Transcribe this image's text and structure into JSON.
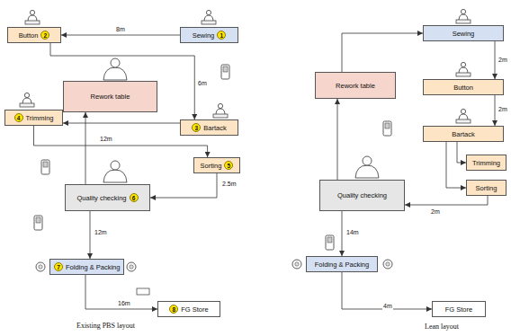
{
  "diagram": {
    "nodes": [
      {
        "text": [
          "Button"
        ]
      },
      {
        "text": [
          "Sewing"
        ]
      },
      {
        "text": [
          "Rework table"
        ]
      },
      {
        "text": [
          "Trimming"
        ]
      },
      {
        "text": [
          "Bartack"
        ]
      },
      {
        "text": [
          "Sorting"
        ]
      },
      {
        "text": [
          "Quality checking"
        ]
      },
      {
        "text": [
          "Folding & Packing"
        ]
      },
      {
        "text": [
          "FG Store"
        ]
      },
      {
        "text": [
          "Sewing"
        ]
      },
      {
        "text": [
          "Rework table"
        ]
      },
      {
        "text": [
          "Button"
        ]
      },
      {
        "text": [
          "Bartack"
        ]
      },
      {
        "text": [
          "Trimming"
        ]
      },
      {
        "text": [
          "Sorting"
        ]
      },
      {
        "text": [
          "Quality checking"
        ]
      },
      {
        "text": [
          "Folding & Packing"
        ]
      },
      {
        "text": [
          "FG Store"
        ]
      }
    ],
    "edges": [
      {
        "from": 1,
        "to": 0,
        "label": "8m",
        "arrow": "to"
      },
      {
        "from": 0,
        "to": 4,
        "label": "6m",
        "arrow": "to"
      },
      {
        "from": 4,
        "to": 3,
        "arrow": "to"
      },
      {
        "from": 3,
        "to": 5,
        "label": "12m",
        "arrow": "to"
      },
      {
        "from": 5,
        "to": 6,
        "label": "2.5m",
        "arrow": "to"
      },
      {
        "from": 6,
        "to": 7,
        "label": "12m",
        "arrow": "to"
      },
      {
        "from": 7,
        "to": 8,
        "label": "16m",
        "arrow": "to"
      },
      {
        "from": 6,
        "to": 2,
        "arrow": "to"
      },
      {
        "from": 9,
        "to": 11,
        "label": "2m",
        "arrow": "to"
      },
      {
        "from": 11,
        "to": 12,
        "label": "2m",
        "arrow": "to"
      },
      {
        "from": 12,
        "to": 13,
        "arrow": "to"
      },
      {
        "from": 12,
        "to": 14,
        "arrow": "to"
      },
      {
        "from": 14,
        "to": 15,
        "label": "2m",
        "arrow": "to"
      },
      {
        "from": 15,
        "to": 16,
        "label": "14m",
        "arrow": "to"
      },
      {
        "from": 16,
        "to": 17,
        "label": "4m",
        "arrow": "to"
      },
      {
        "from": 15,
        "to": 10,
        "arrow": "to"
      },
      {
        "from": 10,
        "to": 9,
        "arrow": "to"
      }
    ],
    "labels": [
      "2",
      "1",
      "4",
      "3",
      "5",
      "6",
      "7",
      "8",
      "Existing PBS layout",
      "Lean layout"
    ]
  }
}
